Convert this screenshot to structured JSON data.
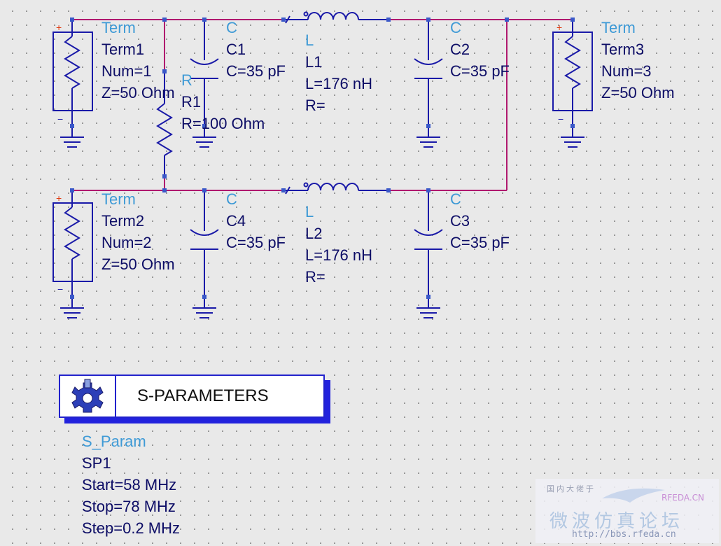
{
  "components": {
    "term1": {
      "type": "Term",
      "name": "Term1",
      "num": "Num=1",
      "z": "Z=50 Ohm"
    },
    "term2": {
      "type": "Term",
      "name": "Term2",
      "num": "Num=2",
      "z": "Z=50 Ohm"
    },
    "term3": {
      "type": "Term",
      "name": "Term3",
      "num": "Num=3",
      "z": "Z=50 Ohm"
    },
    "r1": {
      "type": "R",
      "name": "R1",
      "value": "R=100 Ohm"
    },
    "c1": {
      "type": "C",
      "name": "C1",
      "value": "C=35 pF"
    },
    "c2": {
      "type": "C",
      "name": "C2",
      "value": "C=35 pF"
    },
    "c3": {
      "type": "C",
      "name": "C3",
      "value": "C=35 pF"
    },
    "c4": {
      "type": "C",
      "name": "C4",
      "value": "C=35 pF"
    },
    "l1": {
      "type": "L",
      "name": "L1",
      "value": "L=176 nH",
      "r": "R="
    },
    "l2": {
      "type": "L",
      "name": "L2",
      "value": "L=176 nH",
      "r": "R="
    }
  },
  "simulation": {
    "box_title": "S-PARAMETERS",
    "type": "S_Param",
    "name": "SP1",
    "start": "Start=58 MHz",
    "stop": "Stop=78 MHz",
    "step": "Step=0.2 MHz"
  },
  "watermark": {
    "tag": "国内大佬于",
    "brand": "RFEDA.CN",
    "name": "微波仿真论坛",
    "url": "http://bbs.rfeda.cn"
  },
  "colors": {
    "wire": "#b0186e",
    "component": "#1a1aa8",
    "pin": "#3a58c8",
    "type_label": "#3e9ad6",
    "text": "#0d0d66"
  }
}
